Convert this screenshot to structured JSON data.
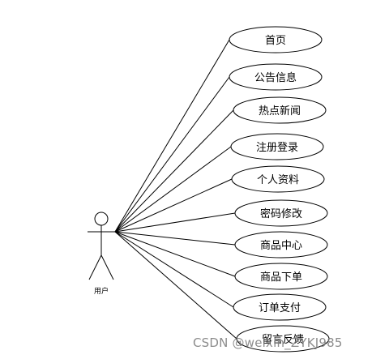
{
  "actor": {
    "label": "用户"
  },
  "use_cases": [
    {
      "label": "首页"
    },
    {
      "label": "公告信息"
    },
    {
      "label": "热点新闻"
    },
    {
      "label": "注册登录"
    },
    {
      "label": "个人资料"
    },
    {
      "label": "密码修改"
    },
    {
      "label": "商品中心"
    },
    {
      "label": "商品下单"
    },
    {
      "label": "订单支付"
    },
    {
      "label": "留言反馈"
    }
  ],
  "watermark": {
    "text": "CSDN @weixin_ZYKJ985"
  },
  "colors": {
    "stroke": "#000000",
    "background": "#ffffff"
  }
}
